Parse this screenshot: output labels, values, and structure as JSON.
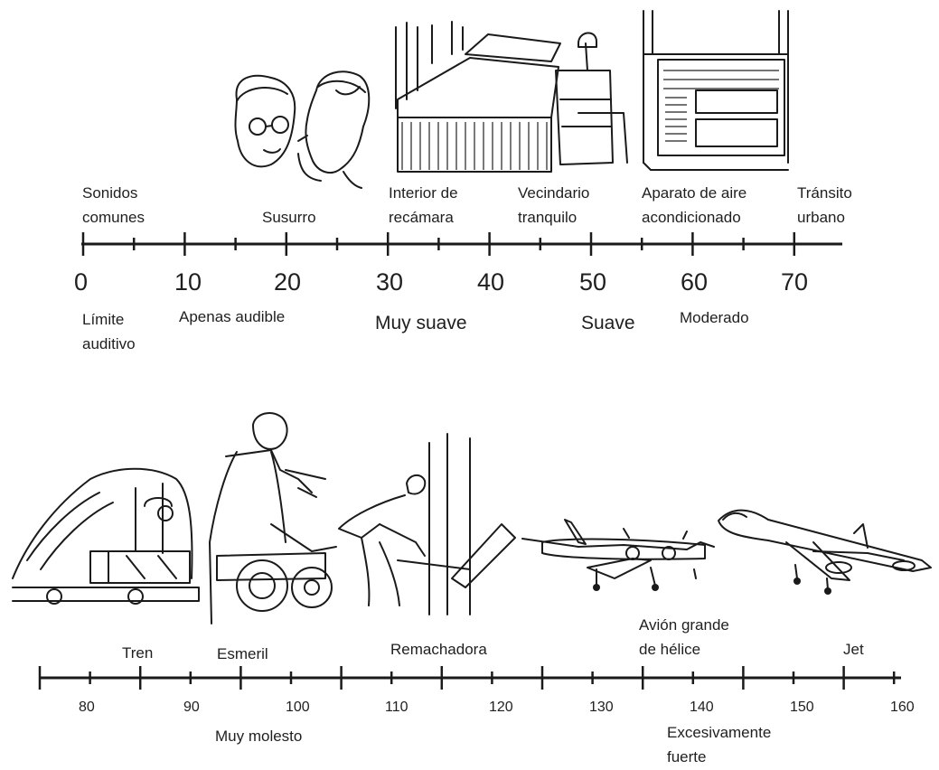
{
  "top_scale": {
    "numbers": [
      "0",
      "10",
      "20",
      "30",
      "40",
      "50",
      "60",
      "70"
    ],
    "sources": [
      {
        "line1": "Sonidos",
        "line2": "comunes"
      },
      {
        "line1": "Susurro",
        "line2": ""
      },
      {
        "line1": "Interior de",
        "line2": "recámara"
      },
      {
        "line1": "Vecindario",
        "line2": "tranquilo"
      },
      {
        "line1": "Aparato de aire",
        "line2": "acondicionado"
      },
      {
        "line1": "Tránsito",
        "line2": "urbano"
      }
    ],
    "levels": [
      {
        "line1": "Límite",
        "line2": "auditivo"
      },
      {
        "line1": "Apenas audible",
        "line2": ""
      },
      {
        "line1": "Muy suave",
        "line2": ""
      },
      {
        "line1": "Suave",
        "line2": ""
      },
      {
        "line1": "Moderado",
        "line2": ""
      }
    ]
  },
  "bottom_scale": {
    "numbers": [
      "80",
      "90",
      "100",
      "110",
      "120",
      "130",
      "140",
      "150",
      "160"
    ],
    "sources": [
      {
        "line1": "Tren",
        "line2": ""
      },
      {
        "line1": "Esmeril",
        "line2": ""
      },
      {
        "line1": "Remachadora",
        "line2": ""
      },
      {
        "line1": "Avión grande",
        "line2": "de hélice"
      },
      {
        "line1": "Jet",
        "line2": ""
      }
    ],
    "levels": [
      {
        "line1": "Muy molesto",
        "line2": ""
      },
      {
        "line1": "Excesivamente",
        "line2": "fuerte"
      }
    ]
  }
}
